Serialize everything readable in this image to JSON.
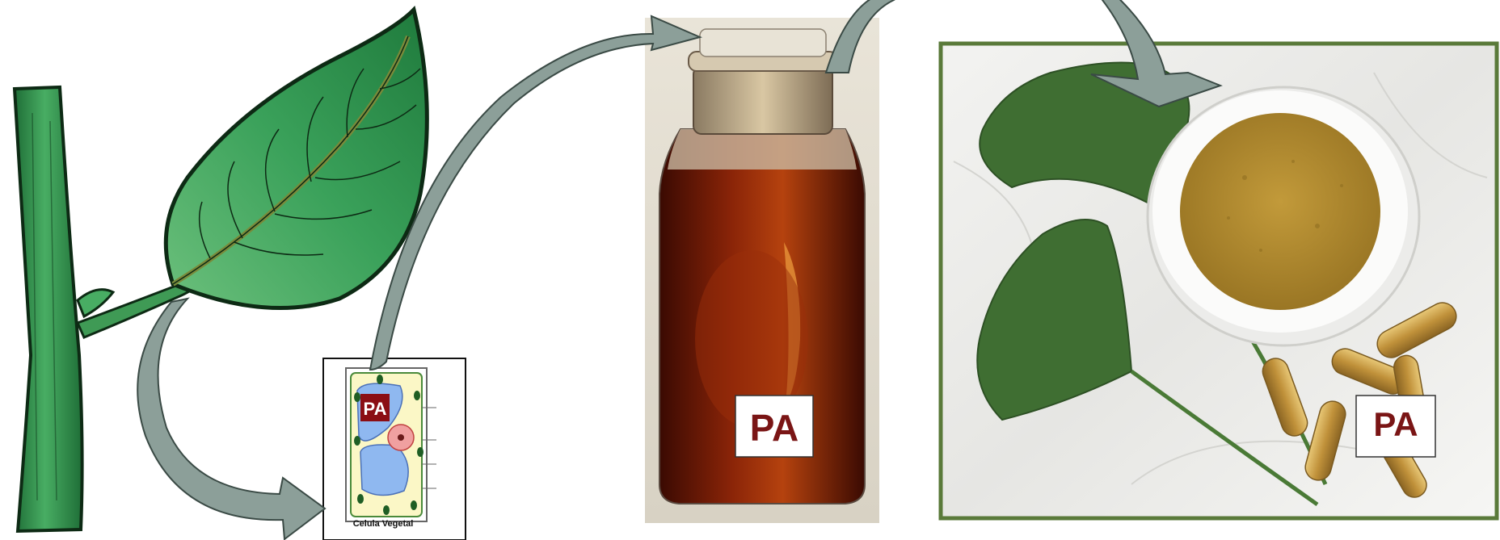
{
  "labels": {
    "pa_cell": "PA",
    "pa_jar": "PA",
    "pa_capsules": "PA",
    "cell_caption": "Celula Vegetal"
  },
  "icons": {
    "plant": "plant-branch-icon",
    "cell": "plant-cell-icon",
    "jar": "extract-jar-icon",
    "powder": "powder-bowl-icon",
    "capsules": "capsule-icon",
    "leaf": "ginkgo-leaf-icon"
  },
  "colors": {
    "arrow_fill": "#8c9f99",
    "arrow_stroke": "#3a4a45",
    "leaf_green": "#3aa15a",
    "stem_green": "#2f8f4a",
    "pa_text": "#7a1515",
    "pa_cell_bg": "#8b0e14",
    "extract": "#7a1a08",
    "powder": "#b08a2c",
    "capsule": "#c59a3e",
    "ginkgo": "#3f6e32",
    "frame_green": "#5a7a3a"
  }
}
